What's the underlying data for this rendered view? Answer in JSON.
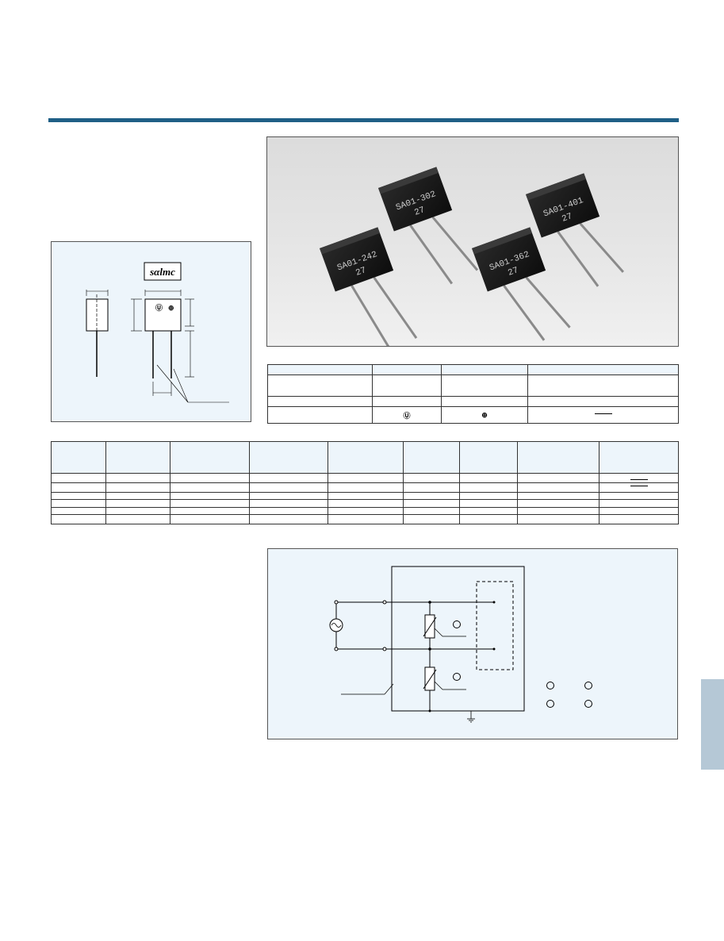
{
  "logo": {
    "text": "sαlmc"
  },
  "diagram_marks": {
    "ul_mark": "Ⓤ",
    "csa_mark": "⊕"
  },
  "approvals_table": {
    "columns": 4,
    "rows": 4,
    "cells": {
      "ul_symbol": "Ⓤ",
      "csa_symbol": "⊕"
    }
  },
  "specs_table": {
    "columns": 9,
    "body_rows": 6
  },
  "photo": {
    "components": [
      {
        "mark": "SA01-242",
        "code": "27"
      },
      {
        "mark": "SA01-302",
        "code": "27"
      },
      {
        "mark": "SA01-362",
        "code": "27"
      },
      {
        "mark": "SA01-401",
        "code": "27"
      }
    ]
  },
  "colors": {
    "accent": "#1f5f86",
    "panel": "#edf5fb",
    "tab": "#b5c8d6"
  }
}
